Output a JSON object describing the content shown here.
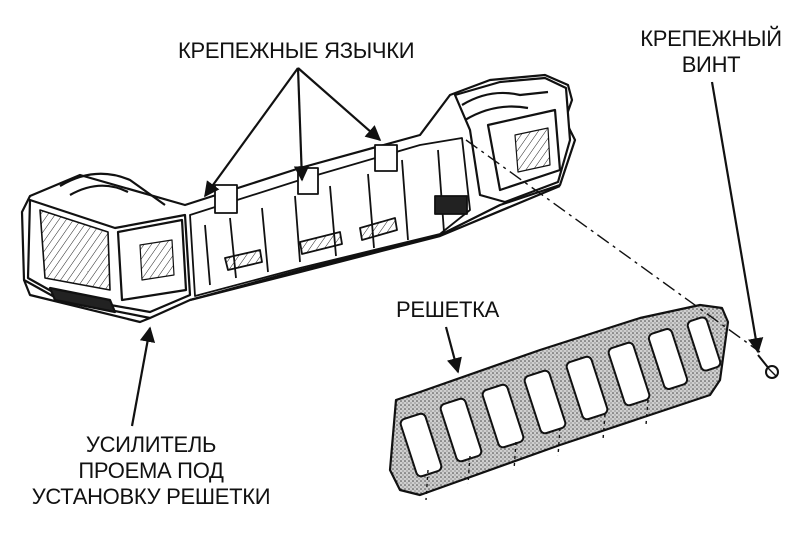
{
  "labels": {
    "fastening_tabs": "КРЕПЕЖНЫЕ ЯЗЫЧКИ",
    "fastening_screw_line1": "КРЕПЕЖНЫЙ",
    "fastening_screw_line2": "ВИНТ",
    "grille": "РЕШЕТКА",
    "reinforcement_line1": "УСИЛИТЕЛЬ",
    "reinforcement_line2": "ПРОЕМА ПОД",
    "reinforcement_line3": "УСТАНОВКУ РЕШЕТКИ"
  },
  "colors": {
    "ink": "#111111",
    "grille_fill": "#8a8a8a",
    "background": "#ffffff"
  }
}
